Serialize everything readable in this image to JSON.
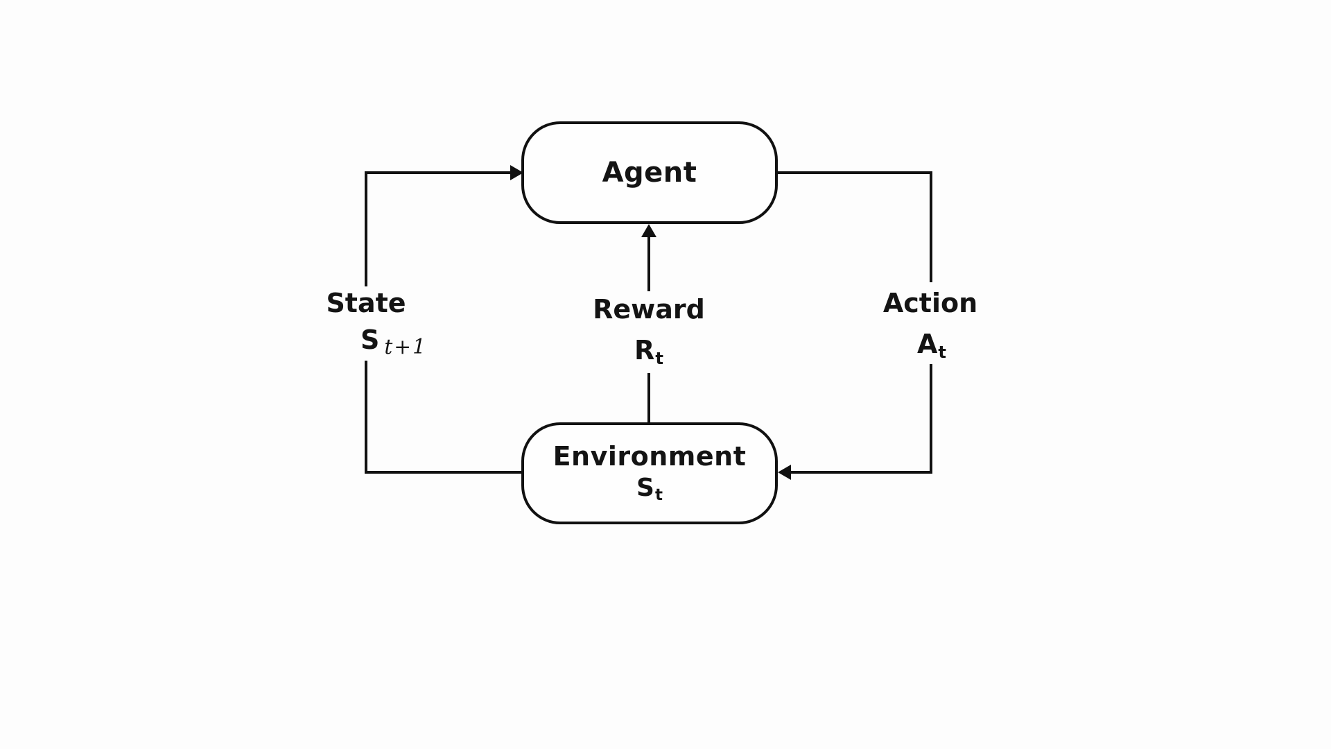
{
  "nodes": {
    "agent": {
      "label": "Agent"
    },
    "environment": {
      "label": "Environment",
      "symbol_base": "S",
      "symbol_sub": "t"
    }
  },
  "edges": {
    "state": {
      "label": "State",
      "symbol_base": "S",
      "symbol_sub": "t+1",
      "direction": "environment-to-agent"
    },
    "reward": {
      "label": "Reward",
      "symbol_base": "R",
      "symbol_sub": "t",
      "direction": "environment-to-agent"
    },
    "action": {
      "label": "Action",
      "symbol_base": "A",
      "symbol_sub": "t",
      "direction": "agent-to-environment"
    }
  },
  "colors": {
    "line": "#111111",
    "text": "#141414",
    "background": "#fdfdfd",
    "node_fill": "#fefefe"
  }
}
